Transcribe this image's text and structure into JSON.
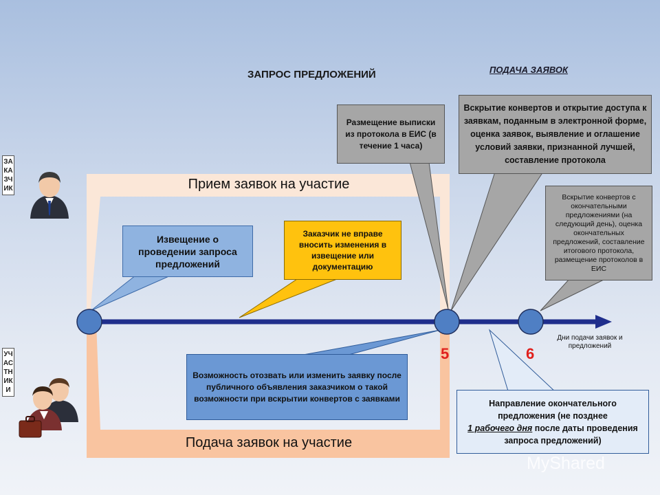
{
  "header": {
    "title": "ЗАПРОС ПРЕДЛОЖЕНИЙ",
    "subtitle": "ПОДАЧА ЗАЯВОК"
  },
  "roles": {
    "customer": "ЗАКАЗЧИК",
    "participants": "УЧАСТНИКИ"
  },
  "bands": {
    "top": "Прием заявок на участие",
    "bottom": "Подача заявок на участие"
  },
  "callouts": {
    "notice": "Извещение о проведении запроса предложений",
    "no_changes": "Заказчик не вправе вносить изменения в извещение или документацию",
    "placement": "Размещение выписки из протокола в ЕИС (в течение 1 часа)",
    "opening": "Вскрытие конвертов и открытие доступа к заявкам, поданным в электронной форме, оценка заявок, выявление и оглашение условий заявки, признанной лучшей, составление протокола",
    "final_opening": "Вскрытие конвертов с окончательными предложениями (на следующий день), оценка окончательных предложений, составление итогового протокола, размещение протоколов в ЕИС",
    "withdraw": "Возможность отозвать или изменить заявку после публичного объявления заказчиком о такой возможности при вскрытии конвертов с заявками",
    "final_offer_pre": "Направление окончательного предложения (не позднее",
    "final_offer_underline": "1 рабочего дня",
    "final_offer_post": "после даты проведения запроса предложений)"
  },
  "timeline": {
    "point_5": "5",
    "point_6": "6",
    "axis_label": "Дни подачи заявок и предложений"
  },
  "colors": {
    "axis": "#1f2e8c",
    "node": "#4f7fc4",
    "band_top": "#fbe7d8",
    "band_bottom": "#f9c4a0",
    "number": "#e0201c"
  },
  "watermark": "MyShared"
}
